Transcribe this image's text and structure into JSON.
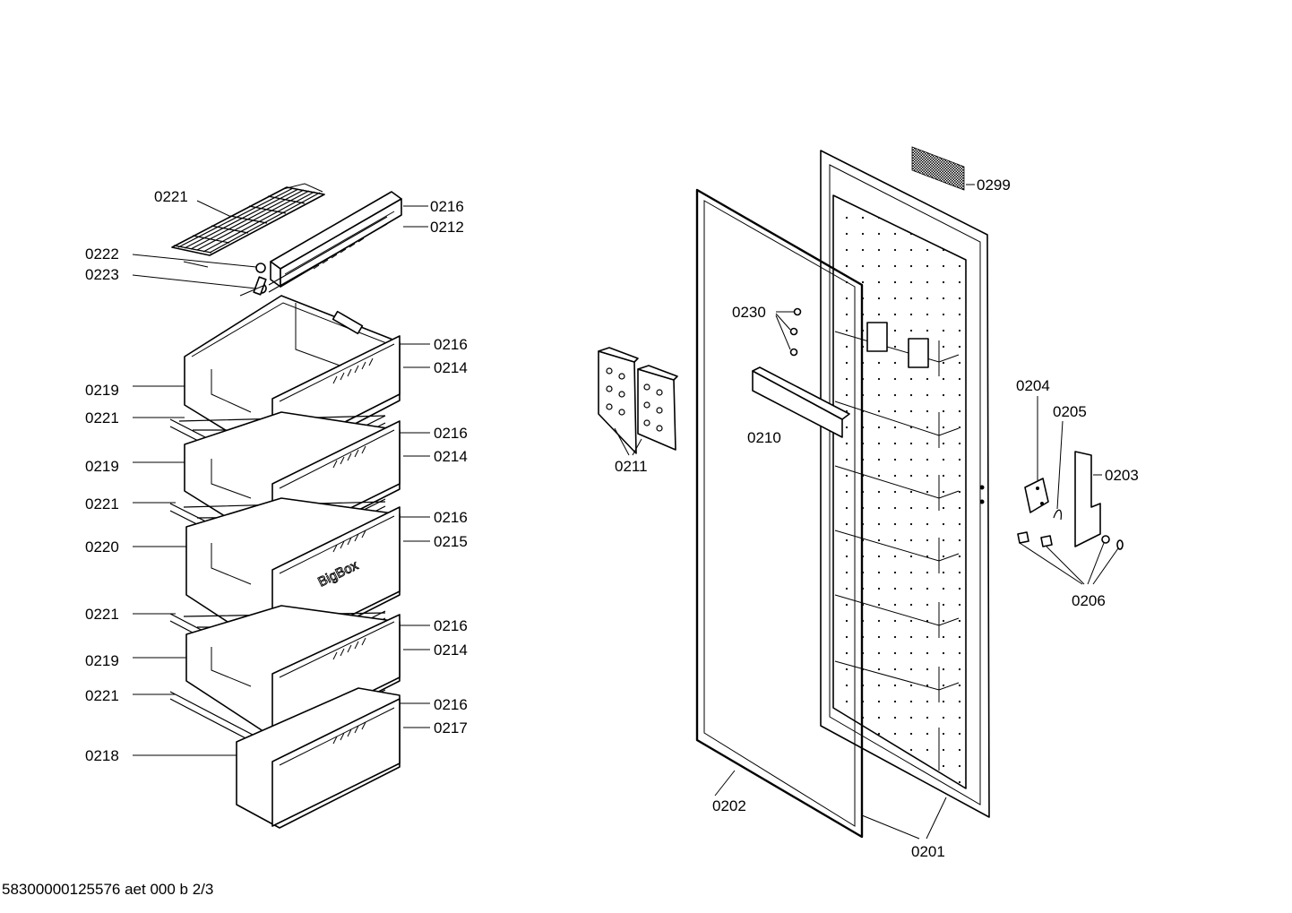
{
  "labels": {
    "l0221a": "0221",
    "l0216a": "0216",
    "l0212": "0212",
    "l0222": "0222",
    "l0223": "0223",
    "l0216b": "0216",
    "l0214a": "0214",
    "l0219a": "0219",
    "l0221b": "0221",
    "l0216c": "0216",
    "l0214b": "0214",
    "l0219b": "0219",
    "l0221c": "0221",
    "l0216d": "0216",
    "l0215": "0215",
    "l0220": "0220",
    "l0221d": "0221",
    "l0216e": "0216",
    "l0214c": "0214",
    "l0219c": "0219",
    "l0221e": "0221",
    "l0216f": "0216",
    "l0217": "0217",
    "l0218": "0218",
    "l0211": "0211",
    "l0230": "0230",
    "l0210": "0210",
    "l0202": "0202",
    "l0201": "0201",
    "l0299": "0299",
    "l0204": "0204",
    "l0205": "0205",
    "l0203": "0203",
    "l0206": "0206"
  },
  "drawer_brand": "BigBox",
  "footer": "58300000125576 aet 000 b 2/3"
}
